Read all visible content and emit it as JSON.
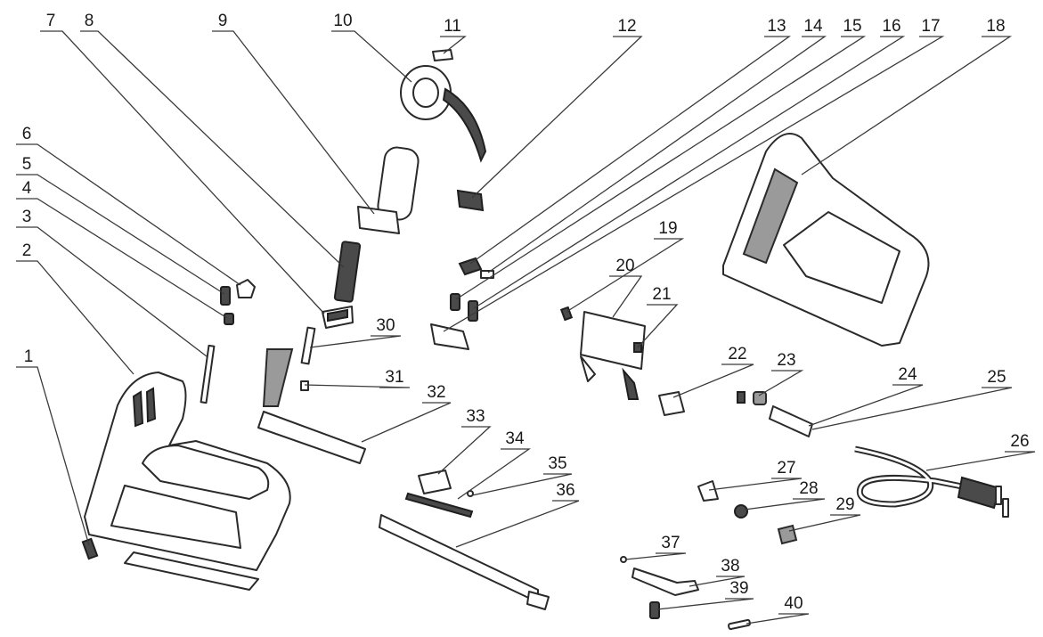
{
  "diagram": {
    "callouts": [
      "1",
      "2",
      "3",
      "4",
      "5",
      "6",
      "7",
      "8",
      "9",
      "10",
      "11",
      "12",
      "13",
      "14",
      "15",
      "16",
      "17",
      "18",
      "19",
      "20",
      "21",
      "22",
      "23",
      "24",
      "25",
      "26",
      "27",
      "28",
      "29",
      "30",
      "31",
      "32",
      "33",
      "34",
      "35",
      "36",
      "37",
      "38",
      "39",
      "40"
    ]
  },
  "colors": {
    "ink": "#2a2a2a",
    "paper": "#ffffff",
    "dark_fill": "#4a4a4a"
  }
}
